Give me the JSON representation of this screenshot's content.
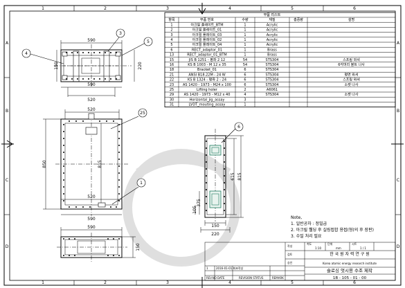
{
  "border": {
    "col_top": [
      "1",
      "2",
      "3",
      "4",
      "5",
      "6"
    ],
    "col_bottom": [
      "1",
      "2",
      "3",
      "4",
      "5",
      "6"
    ],
    "row_left": [
      "A",
      "B",
      "C",
      "D"
    ],
    "row_right": [
      "A",
      "B",
      "C",
      "D"
    ]
  },
  "parts_list": {
    "title": "부품 리스트",
    "headers": [
      "항목",
      "부품 번호",
      "수량",
      "재질",
      "총중량",
      "설명"
    ],
    "rows": [
      [
        "1",
        "아크릴 플레이트_BTM",
        "1",
        "Acrylic",
        "",
        ""
      ],
      [
        "2",
        "아크릴 플레이트_01",
        "1",
        "Acrylic",
        "",
        ""
      ],
      [
        "3",
        "아크릴 플레이트_03",
        "1",
        "Acrylic",
        "",
        ""
      ],
      [
        "4",
        "아크릴 플레이트_02",
        "1",
        "Acrylic",
        "",
        ""
      ],
      [
        "5",
        "아크릴 플레이트_04",
        "1",
        "Acrylic",
        "",
        ""
      ],
      [
        "6",
        "RECT_adaptor_01",
        "1",
        "Brass",
        "",
        ""
      ],
      [
        "13",
        "RECT_adaptor_01_BTM",
        "1",
        "Brass",
        "",
        ""
      ],
      [
        "15",
        "JIS B 1251 - 평좌 2 12",
        "54",
        "STS304",
        "",
        "스프링 와셔"
      ],
      [
        "16",
        "KS B 1003 - M 12 x 35",
        "54",
        "STS304",
        "",
        "6각머리 볼트 나사"
      ],
      [
        "18",
        "Bracket_01",
        "6",
        "STS304",
        "",
        ""
      ],
      [
        "21",
        "ANSI B18.22M - 24 W",
        "6",
        "STS304",
        "",
        "평면 와셔"
      ],
      [
        "22",
        "KS B 1324 - 평좌 2 - 24",
        "6",
        "STS304",
        "",
        "스프링 와셔"
      ],
      [
        "23",
        "AS 1420 - 1973 - M24 x 100",
        "6",
        "STS304",
        "",
        "소켓 나사"
      ],
      [
        "25",
        "Lifting holer",
        "2",
        "A6061",
        "",
        ""
      ],
      [
        "29",
        "AS 1420 - 1973 - M12 x 40",
        "4",
        "STS304",
        "",
        "소켓 나사"
      ],
      [
        "30",
        "Horizontal_jig_assay",
        "3",
        "",
        "",
        ""
      ],
      [
        "31",
        "LVDT_mouting_assay",
        "1",
        "",
        "",
        ""
      ]
    ]
  },
  "dimensions": {
    "top_view_width": "590",
    "top_view_inner": "520",
    "top_view_lower": "590",
    "top_view_height": "220",
    "top_view_small": "150",
    "front_top": "520",
    "front_height": "850",
    "front_inner_height": "815",
    "front_bottom": "520",
    "front_bottom_total": "590",
    "bottom_view_width": "590",
    "bottom_view_height": "150",
    "side_height": "815",
    "side_inner": "615",
    "side_lower": "375",
    "side_small": "105",
    "side_width_a": "150",
    "side_width_b": "220"
  },
  "balloons": {
    "b1": "1",
    "b3": "3",
    "b4": "4",
    "b5": "5",
    "b6": "6",
    "b25": "25"
  },
  "notes": {
    "title": "Note,",
    "lines": [
      "1. 일반공차 : 정밀급",
      "2. 아크릴 웰딩 후 실링접합 용접(형(의 후 장판)",
      "3. 수밀 처리 필요"
    ]
  },
  "title_block": {
    "org_name": "한 국 원 자 력 연 구 원",
    "org_sub": "Korea atomic energy research institute",
    "drawing_title": "슬로싱 엇시용 수조 제작",
    "drawing_no": "1B - 105 - 01 - 00",
    "sheet_label": "시트",
    "sheet_value": "1 / 1",
    "scale_label": "척도",
    "scale_value": "1:10",
    "unit_label": "단위",
    "unit_value": "mm",
    "rev_date": "2016-01-01 최초작성",
    "rev_row_no": "1",
    "revision_header": [
      "REV.NO",
      "DATE",
      "REVISION STATUS",
      "REMARK"
    ],
    "approval_labels": [
      "작성",
      "검토",
      "승인"
    ]
  }
}
